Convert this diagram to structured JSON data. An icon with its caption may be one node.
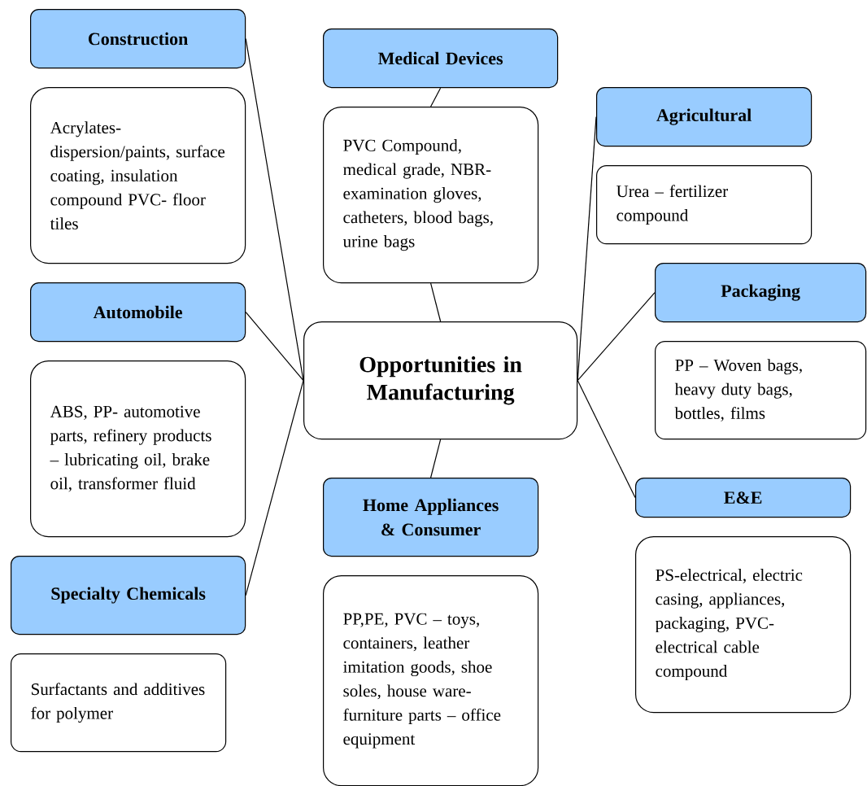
{
  "diagram": {
    "nodes": [
      {
        "text": [
          "Construction"
        ]
      },
      {
        "text": [
          "Medical Devices"
        ]
      },
      {
        "text": [
          "Acrylates- dispersion/paints, surface coating, insulation compound PVC- floor tiles"
        ]
      },
      {
        "text": [
          "Agricultural"
        ]
      },
      {
        "text": [
          "PVC Compound, medical grade, NBR-examination gloves, catheters, blood bags, urine bags"
        ]
      },
      {
        "text": [
          "Urea – fertilizer compound"
        ]
      },
      {
        "text": [
          "Packaging"
        ]
      },
      {
        "text": [
          "Automobile"
        ]
      },
      {
        "text": [
          "Opportunities in Manufacturing"
        ]
      },
      {
        "text": [
          "PP – Woven bags, heavy duty bags, bottles, films"
        ]
      },
      {
        "text": [
          "ABS, PP- automotive parts, refinery products – lubricating oil, brake oil, transformer fluid"
        ]
      },
      {
        "text": [
          "Home Appliances & Consumer"
        ]
      },
      {
        "text": [
          "E&E"
        ]
      },
      {
        "text": [
          "PS-electrical, electric casing, appliances, packaging, PVC- electrical cable compound"
        ]
      },
      {
        "text": [
          "Specialty Chemicals"
        ]
      },
      {
        "text": [
          "PP,PE, PVC – toys, containers, leather imitation goods, shoe soles, house ware- furniture parts – office equipment"
        ]
      },
      {
        "text": [
          "Surfactants and additives for polymer"
        ]
      }
    ],
    "edges": [
      {
        "from": 8,
        "to": 0,
        "arrow": "none"
      },
      {
        "from": 8,
        "to": 4,
        "arrow": "none"
      },
      {
        "from": 4,
        "to": 1,
        "arrow": "none"
      },
      {
        "from": 8,
        "to": 3,
        "arrow": "none"
      },
      {
        "from": 8,
        "to": 6,
        "arrow": "none"
      },
      {
        "from": 8,
        "to": 7,
        "arrow": "none"
      },
      {
        "from": 8,
        "to": 11,
        "arrow": "none"
      },
      {
        "from": 8,
        "to": 12,
        "arrow": "none"
      },
      {
        "from": 8,
        "to": 14,
        "arrow": "none"
      }
    ]
  }
}
